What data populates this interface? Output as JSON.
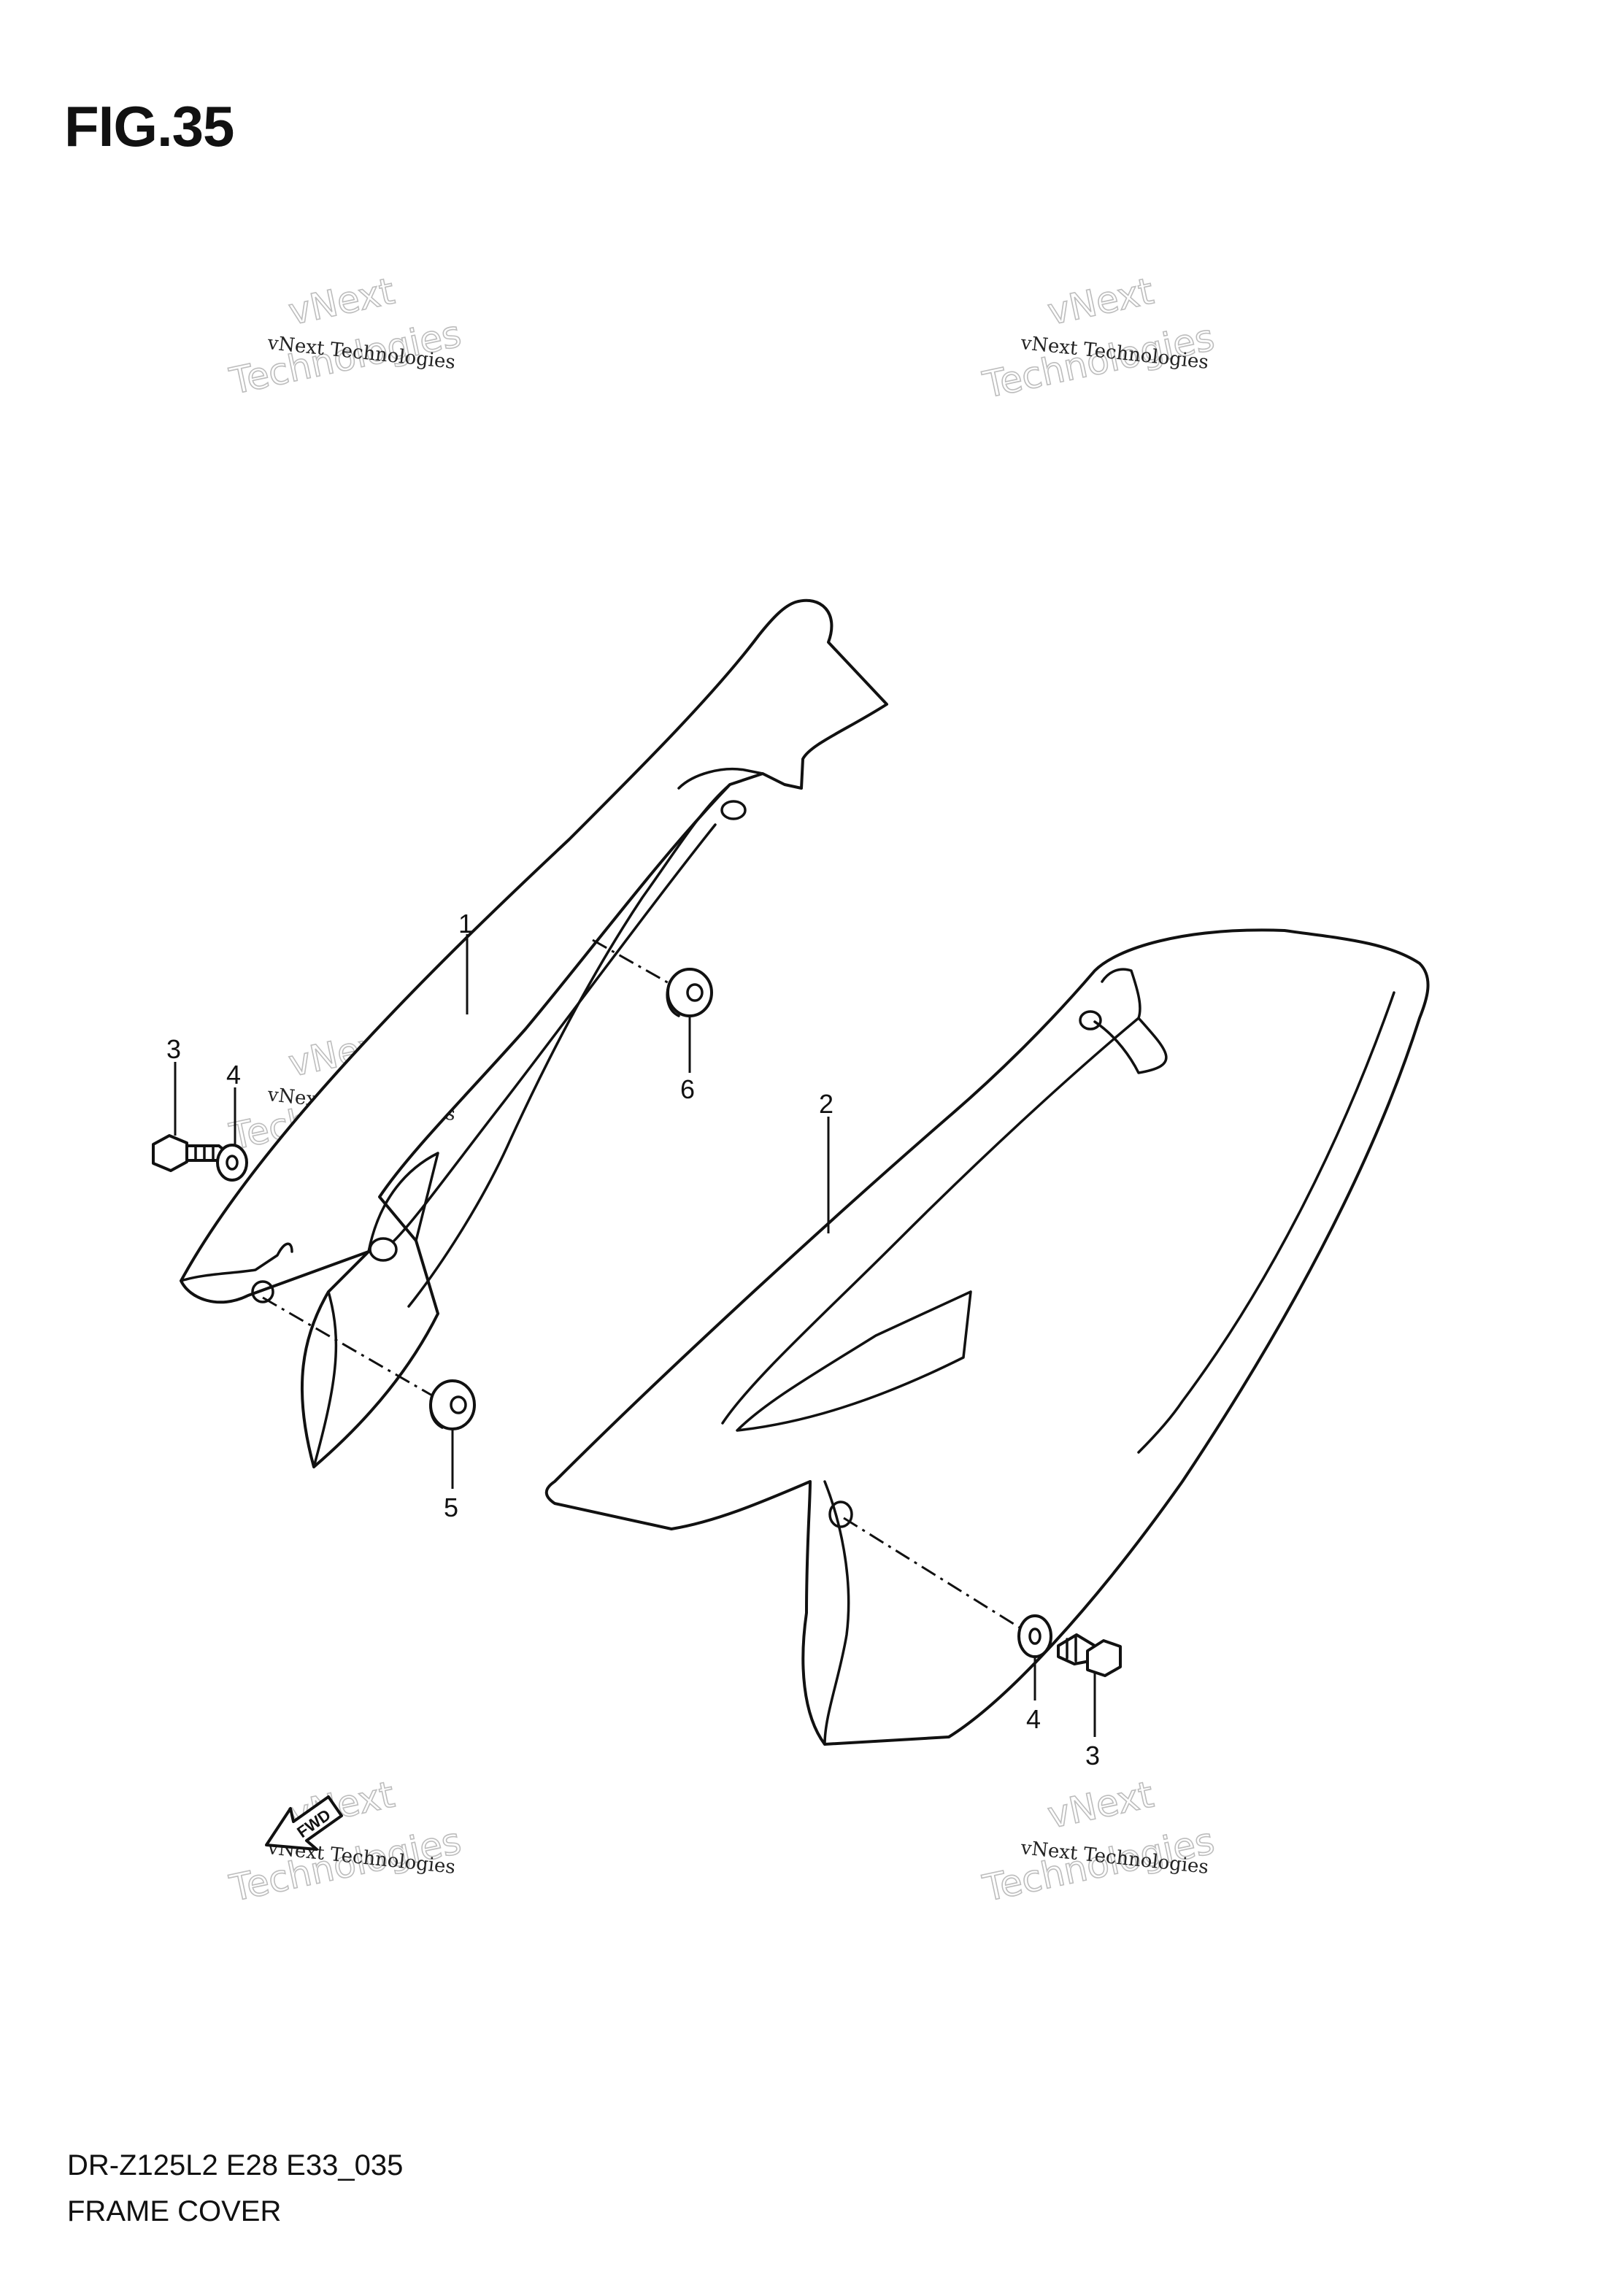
{
  "figure": {
    "title": "FIG.35",
    "model_code": "DR-Z125L2 E28 E33_035",
    "caption": "FRAME COVER"
  },
  "watermark": {
    "line_small": "vNext Technologies",
    "line_big_1": "vNext",
    "line_big_2": "Technologies"
  },
  "fwd_label": "FWD",
  "callouts": {
    "c1": "1",
    "c2": "2",
    "c3_left": "3",
    "c4_left": "4",
    "c5": "5",
    "c6": "6",
    "c4_right": "4",
    "c3_right": "3"
  }
}
